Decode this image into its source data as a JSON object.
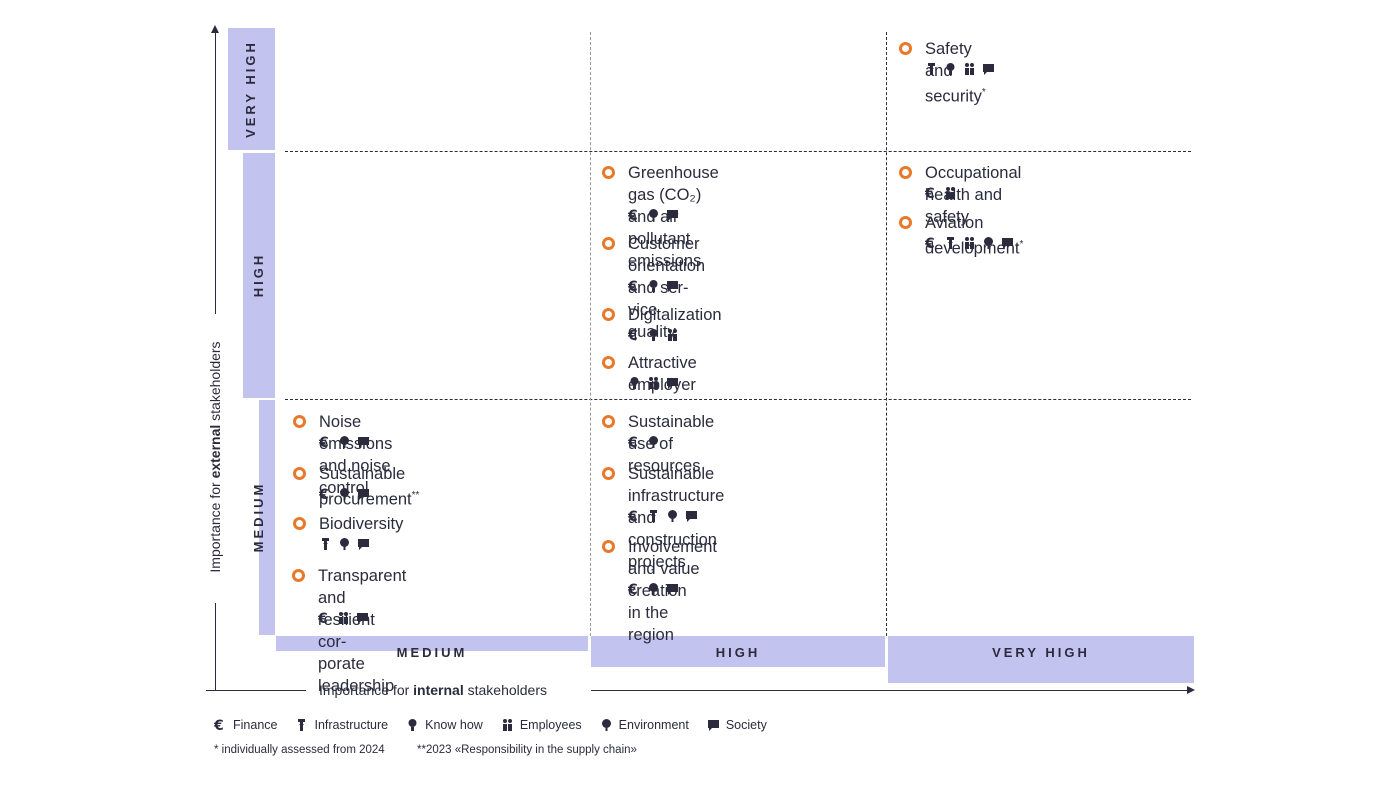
{
  "colors": {
    "band": "#c3c3ef",
    "bullet": "#e8782a",
    "ink": "#2b2b3d"
  },
  "y_axis": {
    "prefix": "Importance for ",
    "bold": "external",
    "suffix": " stakeholders"
  },
  "x_axis": {
    "prefix": "Importance for ",
    "bold": "internal",
    "suffix": " stakeholders"
  },
  "y_levels": [
    "VERY HIGH",
    "HIGH",
    "MEDIUM"
  ],
  "x_levels": [
    "MEDIUM",
    "HIGH",
    "VERY HIGH"
  ],
  "topics": [
    {
      "name": "Safety and security",
      "sup": "*",
      "icons": [
        "infrastructure-icon",
        "know-how-icon",
        "employees-icon",
        "society-icon"
      ]
    },
    {
      "name": "Greenhouse gas (CO₂)\nand air pollutant emissions",
      "sup": "",
      "icons": [
        "finance-icon",
        "environment-icon",
        "society-icon"
      ]
    },
    {
      "name": "Customer orientation and ser-\nvice quality",
      "sup": "",
      "icons": [
        "finance-icon",
        "know-how-icon",
        "society-icon"
      ]
    },
    {
      "name": "Digitalization",
      "sup": "",
      "icons": [
        "finance-icon",
        "know-how-icon",
        "employees-icon"
      ]
    },
    {
      "name": "Attractive employer",
      "sup": "",
      "icons": [
        "know-how-icon",
        "employees-icon",
        "society-icon"
      ]
    },
    {
      "name": "Occupational health and safety",
      "sup": "",
      "icons": [
        "finance-icon",
        "employees-icon"
      ]
    },
    {
      "name": "Aviation development",
      "sup": "*",
      "icons": [
        "finance-icon",
        "infrastructure-icon",
        "employees-icon",
        "environment-icon",
        "society-icon"
      ]
    },
    {
      "name": "Noise emissions and noise control",
      "sup": "",
      "icons": [
        "finance-icon",
        "environment-icon",
        "society-icon"
      ]
    },
    {
      "name": "Sustainable procurement",
      "sup": "**",
      "icons": [
        "finance-icon",
        "environment-icon",
        "society-icon"
      ]
    },
    {
      "name": "Biodiversity",
      "sup": "",
      "icons": [
        "infrastructure-icon",
        "environment-icon",
        "society-icon"
      ]
    },
    {
      "name": "Transparent and resilient cor-\nporate leadership",
      "sup": "",
      "icons": [
        "finance-icon",
        "employees-icon",
        "society-icon"
      ]
    },
    {
      "name": "Sustainable use of resources",
      "sup": "",
      "icons": [
        "finance-icon",
        "environment-icon"
      ]
    },
    {
      "name": "Sustainable infrastructure\nand construction projects",
      "sup": "",
      "icons": [
        "finance-icon",
        "infrastructure-icon",
        "environment-icon",
        "society-icon"
      ]
    },
    {
      "name": "Involvement and value creation\nin the region",
      "sup": "",
      "icons": [
        "finance-icon",
        "environment-icon",
        "society-icon"
      ]
    }
  ],
  "legend": [
    {
      "icon": "finance-icon",
      "label": "Finance"
    },
    {
      "icon": "infrastructure-icon",
      "label": "Infrastructure"
    },
    {
      "icon": "know-how-icon",
      "label": "Know how"
    },
    {
      "icon": "employees-icon",
      "label": "Employees"
    },
    {
      "icon": "environment-icon",
      "label": "Environment"
    },
    {
      "icon": "society-icon",
      "label": "Society"
    }
  ],
  "footnotes": {
    "single": "* individually assessed from 2024",
    "double": "**2023 «Responsibility in the supply chain»"
  }
}
